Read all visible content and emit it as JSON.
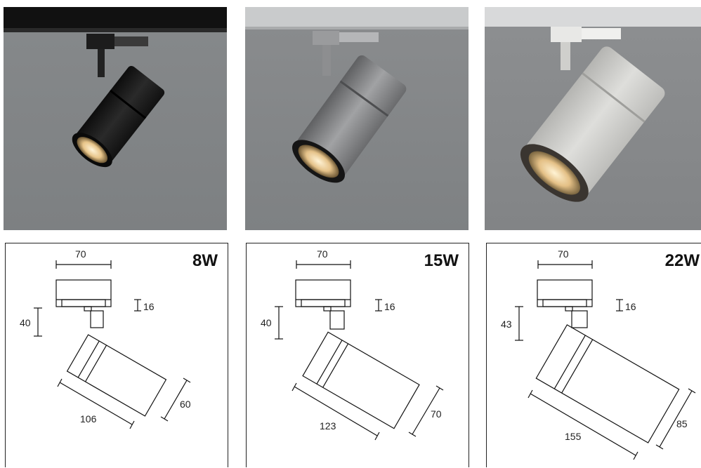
{
  "products": [
    {
      "finish_color": "#1b1b1b",
      "wattage": "8W",
      "dim_track_width": "70",
      "dim_adapter": "16",
      "dim_stem": "40",
      "dim_body_length": "106",
      "dim_body_diameter": "60"
    },
    {
      "finish_color": "#8d8e90",
      "wattage": "15W",
      "dim_track_width": "70",
      "dim_adapter": "16",
      "dim_stem": "40",
      "dim_body_length": "123",
      "dim_body_diameter": "70"
    },
    {
      "finish_color": "#cfcfcc",
      "wattage": "22W",
      "dim_track_width": "70",
      "dim_adapter": "16",
      "dim_stem": "43",
      "dim_body_length": "155",
      "dim_body_diameter": "85"
    }
  ]
}
